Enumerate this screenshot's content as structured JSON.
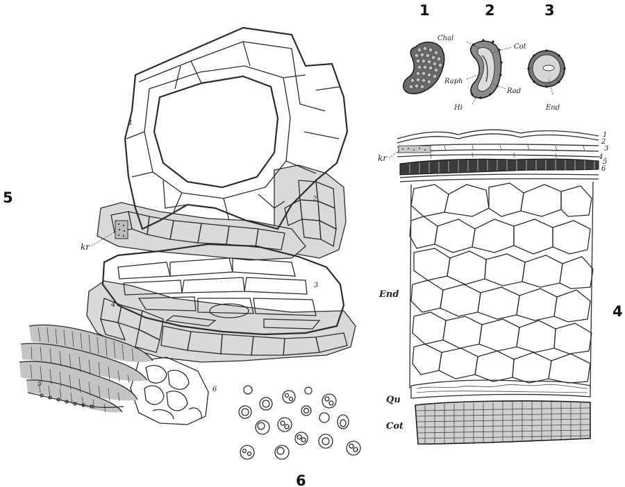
{
  "figure_numbers": {
    "seed_whole": "1",
    "seed_section": "2",
    "seed_cross": "3",
    "seed_coat_section": "4",
    "tissue_layers": "5",
    "starch_grains": "6"
  },
  "fig2_labels": {
    "chal": "Chal",
    "raph": "Raph",
    "hi": "Hi",
    "cot": "Cot",
    "rad": "Rad"
  },
  "fig3_labels": {
    "end": "End"
  },
  "fig4_labels": {
    "kr": "kr",
    "end": "End",
    "qu": "Qu",
    "cot": "Cot",
    "layers": [
      "1",
      "2",
      "3",
      "4",
      "5",
      "6"
    ]
  },
  "fig5_labels": {
    "kr": "kr",
    "layers": [
      "1",
      "2",
      "3",
      "4",
      "5",
      "6"
    ]
  }
}
